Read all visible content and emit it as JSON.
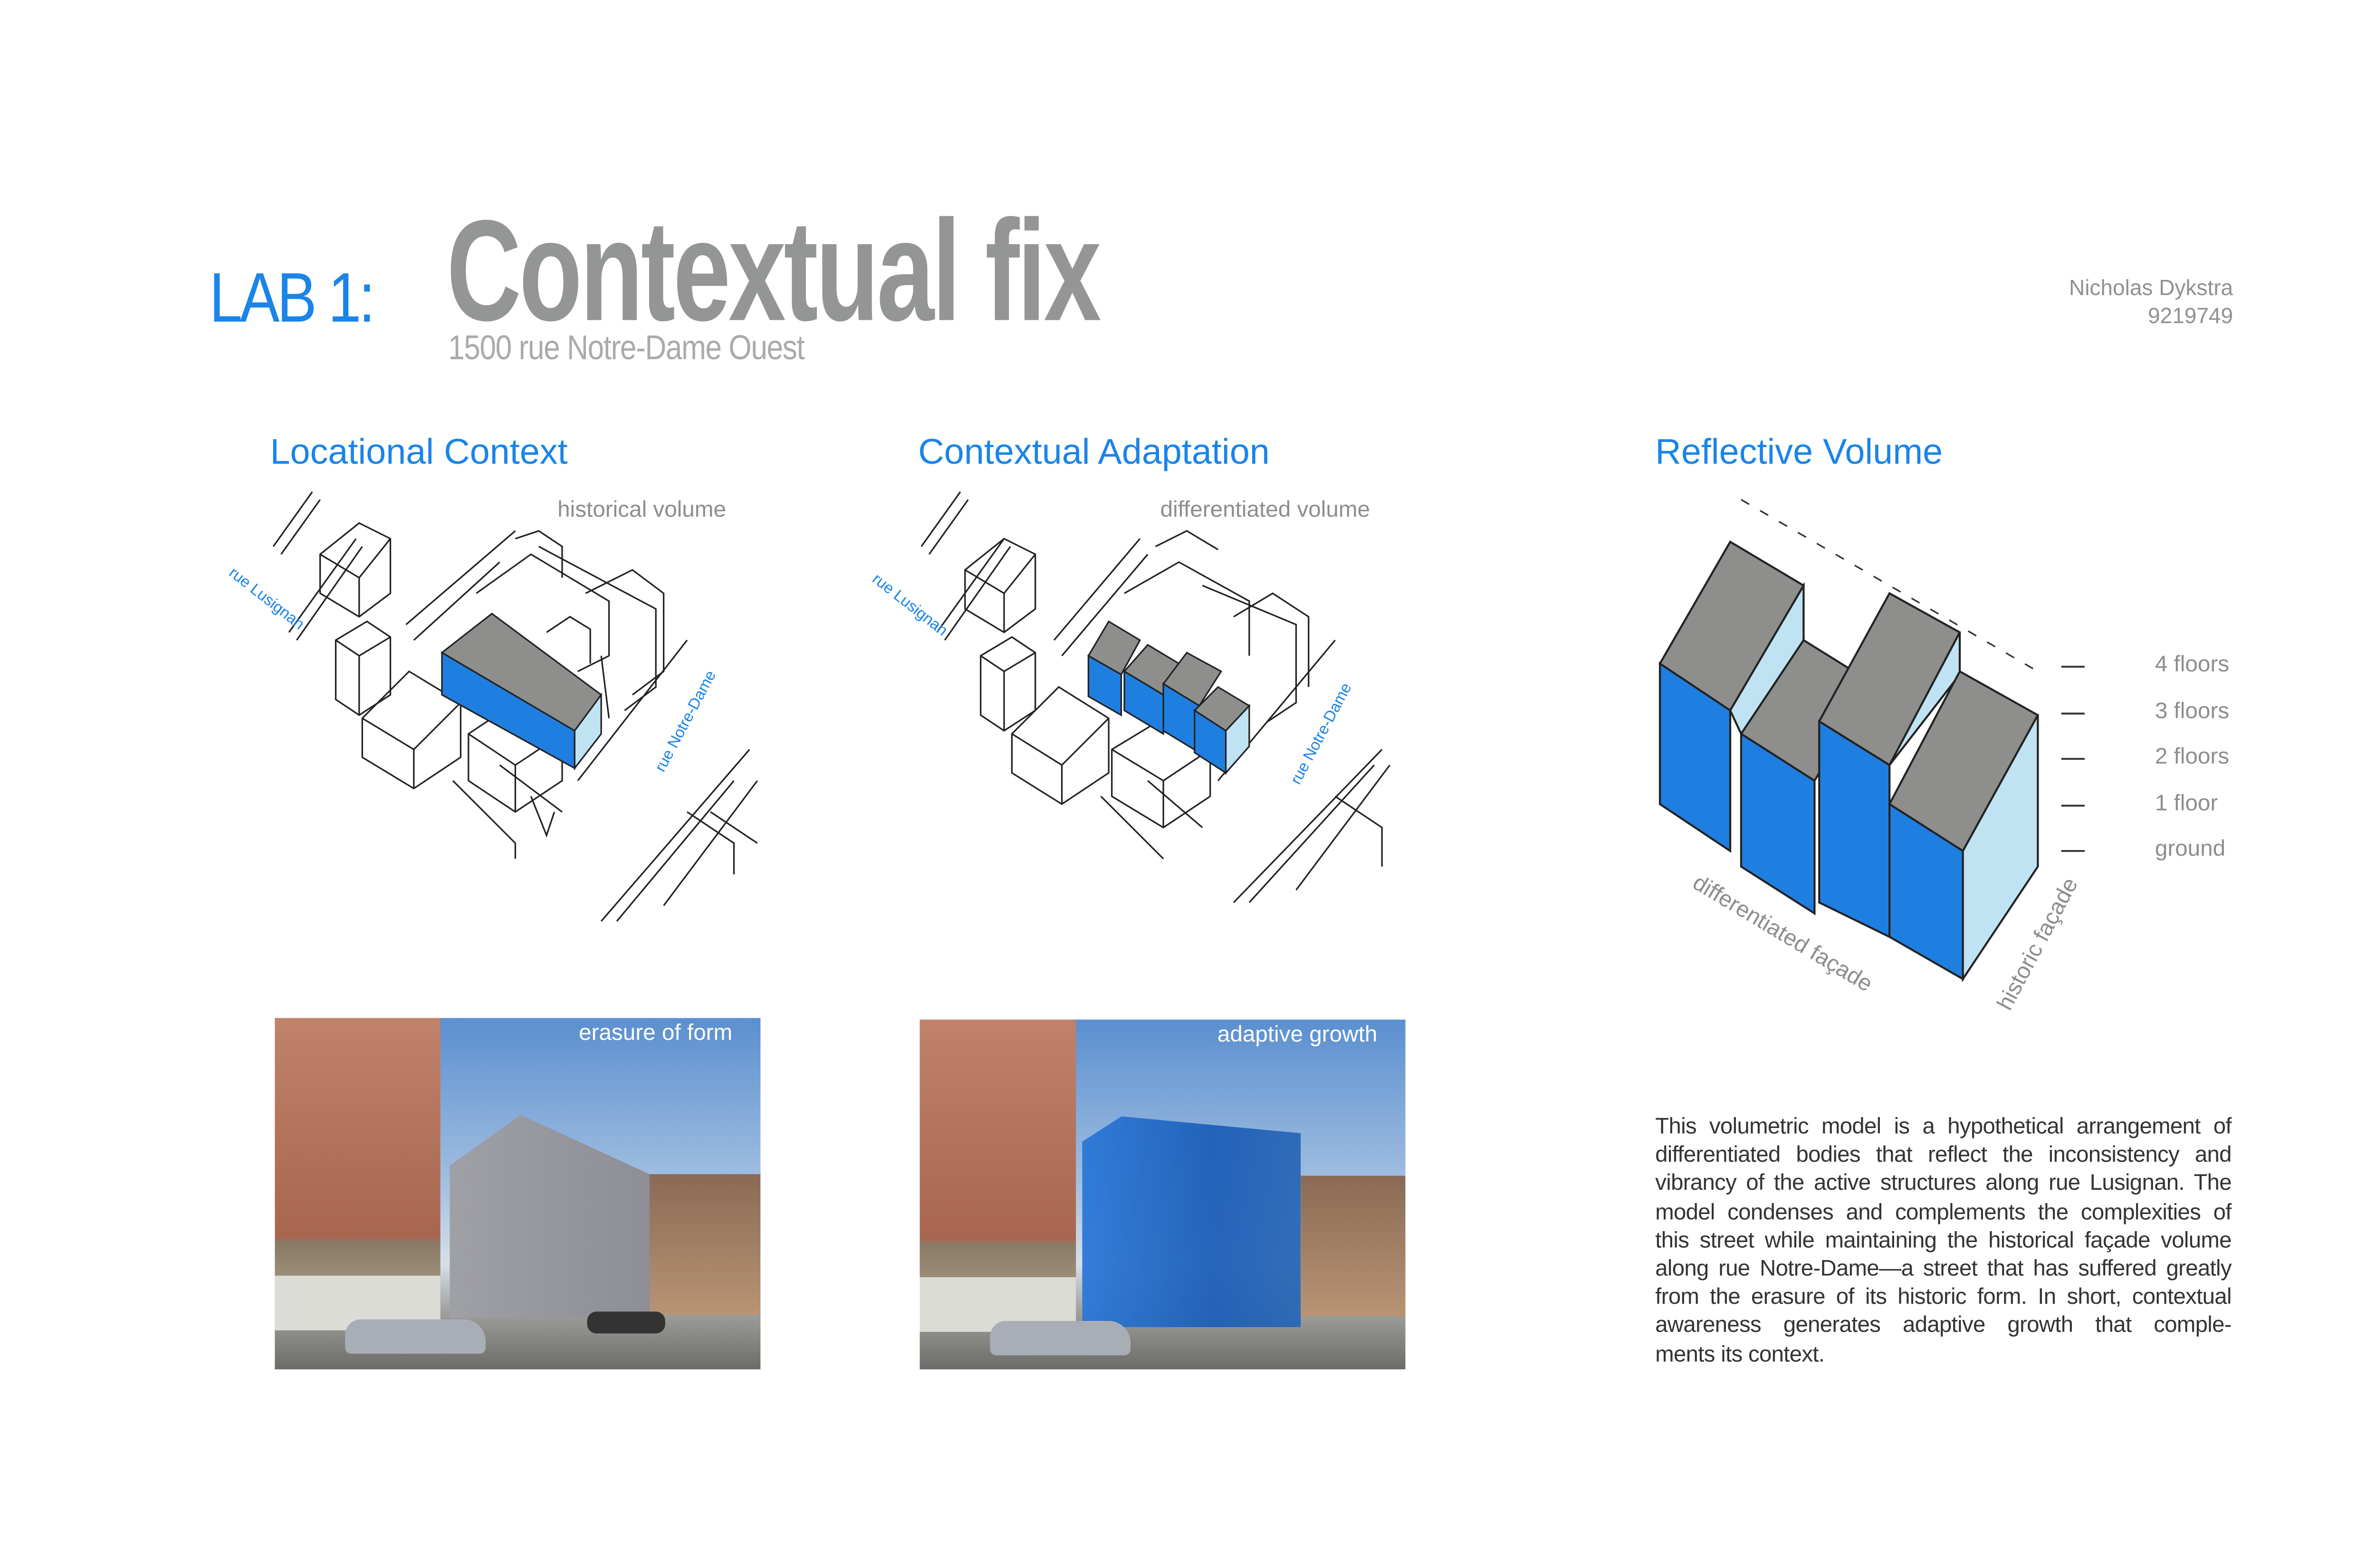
{
  "header": {
    "lab_label": "LAB 1:",
    "title": "Contextual fix",
    "address": "1500 rue Notre-Dame Ouest",
    "author_name": "Nicholas Dykstra",
    "student_id": "9219749"
  },
  "panels": {
    "locational": {
      "heading": "Locational Context",
      "volume_label": "historical volume",
      "street_1": "rue Lusignan",
      "street_2": "rue Notre-Dame",
      "photo_caption": "erasure of form"
    },
    "adaptation": {
      "heading": "Contextual Adaptation",
      "volume_label": "differentiated volume",
      "street_1": "rue Lusignan",
      "street_2": "rue Notre-Dame",
      "photo_caption": "adaptive growth"
    },
    "reflective": {
      "heading": "Reflective Volume",
      "floors": [
        "4 floors",
        "3 floors",
        "2 floors",
        "1 floor",
        "ground"
      ],
      "facade_left": "differentiated façade",
      "facade_right": "historic façade",
      "description_lines": [
        "This volumetric model is a hypothetical arrangement of",
        "differentiated bodies that reflect the inconsistency and",
        "vibrancy of the active structures along rue Lusignan. The",
        "model condenses and complements the complexities of",
        "this street while maintaining the historical façade volume",
        "along rue Notre-Dame—a street that has suffered greatly",
        "from the erasure of its historic form. In short, contextual",
        "awareness generates adaptive growth that comple-",
        "ments its context."
      ]
    }
  },
  "colors": {
    "accent": "#1a84e8",
    "title_gray": "#939694",
    "volume_blue": "#1f7fe0",
    "volume_light": "#bfe3f2",
    "roof_gray": "#8e8e8c"
  }
}
